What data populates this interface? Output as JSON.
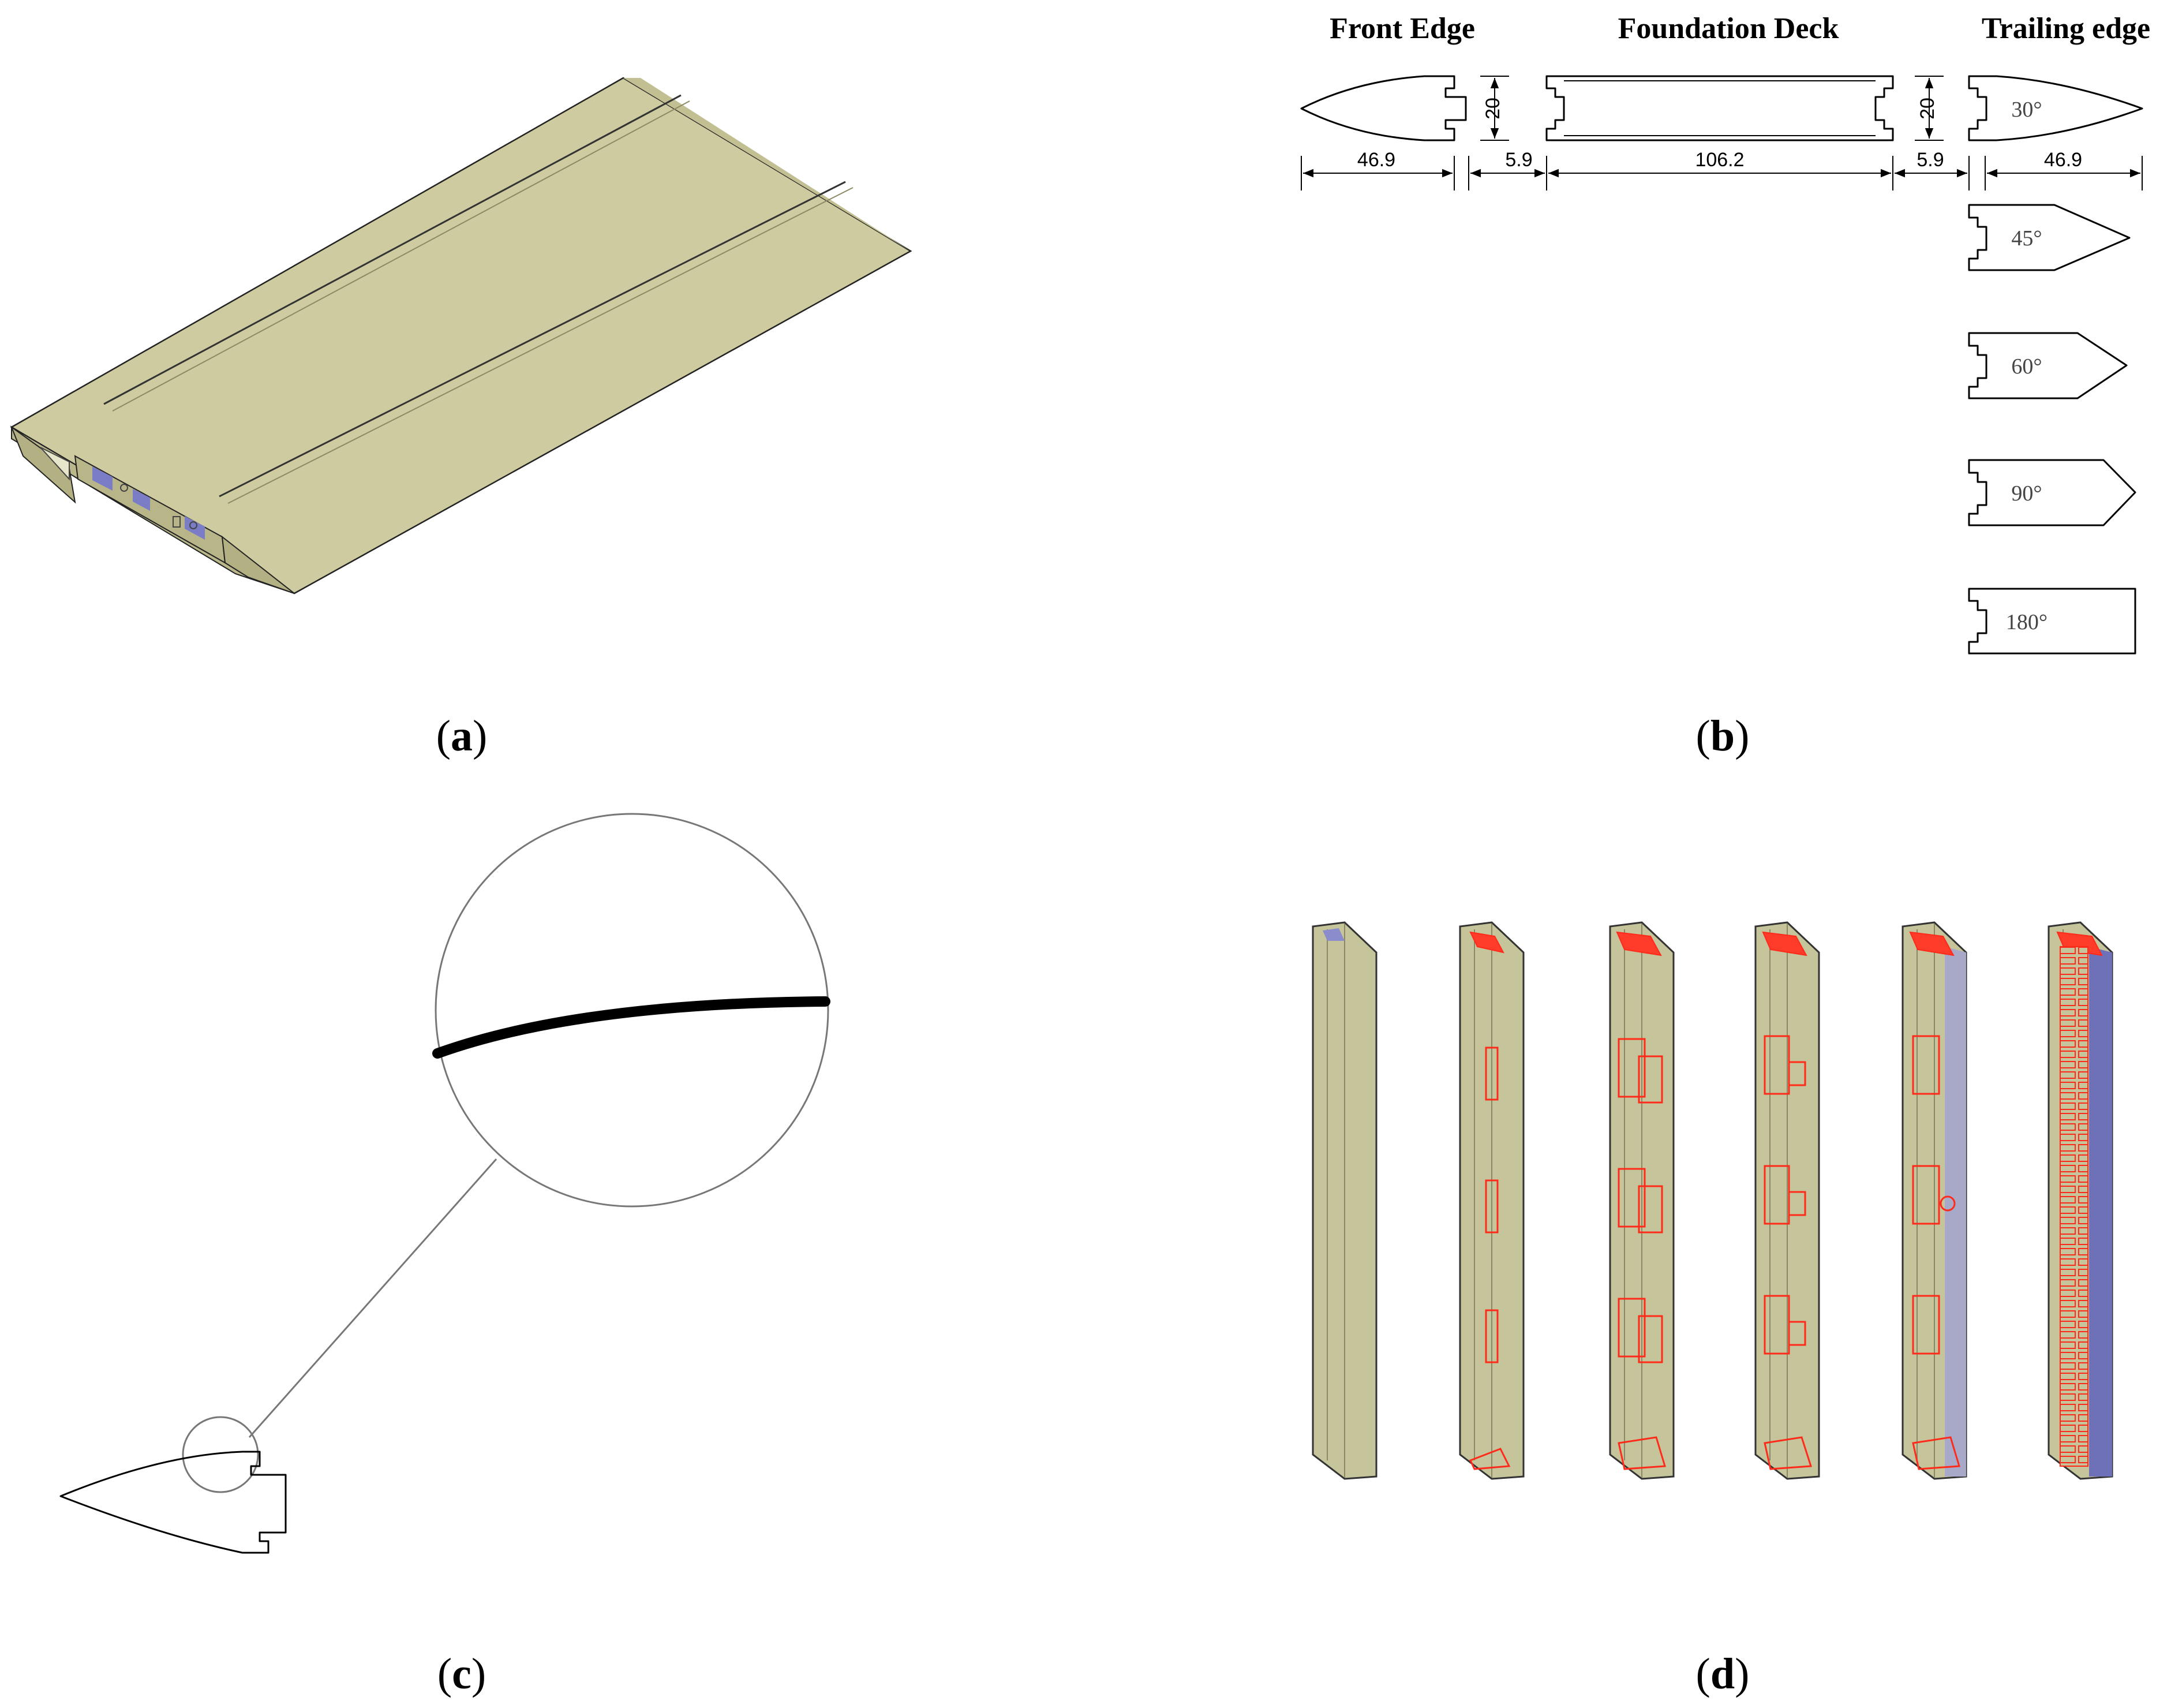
{
  "captions": {
    "a": "a",
    "b": "b",
    "c": "c",
    "d": "d"
  },
  "panel_b": {
    "headers": {
      "front": "Front Edge",
      "deck": "Foundation Deck",
      "trailing": "Trailing edge"
    },
    "dimensions": {
      "front_len": "46.9",
      "gap_left": "5.9",
      "deck_len": "106.2",
      "gap_right": "5.9",
      "trailing_len": "46.9",
      "height_left": "20",
      "height_right": "20"
    },
    "trailing_angles": [
      "30°",
      "45°",
      "60°",
      "90°",
      "180°"
    ]
  },
  "colors": {
    "body": "#c9c79b",
    "body_dark": "#b6b486",
    "accent_red": "#ff2a1a",
    "accent_blue": "#7b7cc0"
  }
}
